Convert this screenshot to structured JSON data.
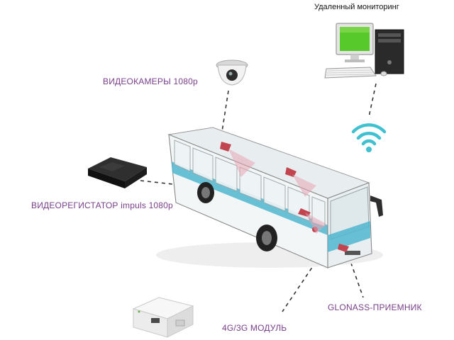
{
  "labels": {
    "remote_monitoring": "Удаленный мониторинг",
    "cameras": "ВИДЕОКАМЕРЫ 1080р",
    "recorder": "ВИДЕОРЕГИСТАТОР impuls 1080р",
    "modem": "4G/3G МОДУЛЬ",
    "glonass": "GLONASS-ПРИЕМНИК"
  },
  "colors": {
    "label_purple": "#7a3f8c",
    "bus_teal": "#4fb6cf",
    "wifi_teal": "#3fc1d1",
    "camera_red": "#c2444f",
    "dash": "#333333"
  },
  "icons": [
    "computer-icon",
    "dome-camera-icon",
    "dvr-icon",
    "router-icon",
    "wifi-icon",
    "bus-illustration"
  ]
}
